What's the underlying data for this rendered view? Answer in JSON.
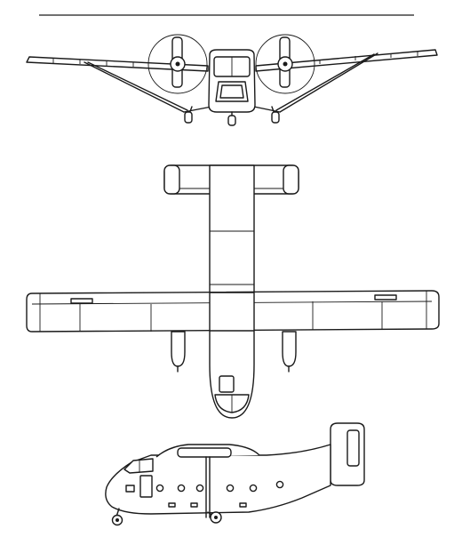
{
  "drawing": {
    "ink_color": "#1a1a1a",
    "paper_color": "#ffffff",
    "views": [
      {
        "id": "front"
      },
      {
        "id": "top"
      },
      {
        "id": "side"
      }
    ]
  }
}
